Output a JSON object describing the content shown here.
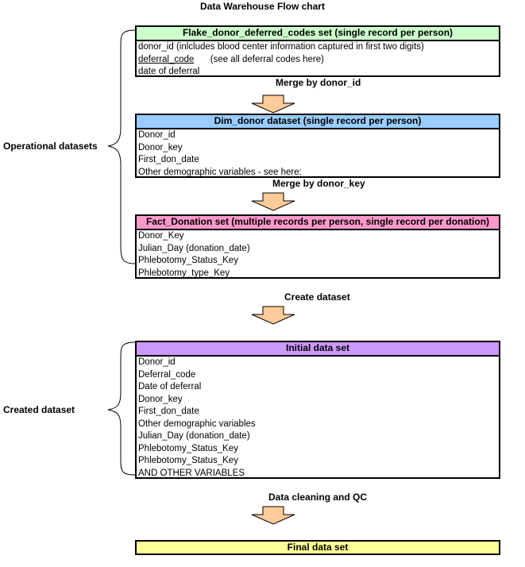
{
  "title": "Data Warehouse Flow chart",
  "colors": {
    "flake_header": "#ccffcc",
    "dim_header": "#99ccff",
    "fact_header": "#ff99cc",
    "initial_header": "#cc99ff",
    "final_fill": "#ffff99",
    "arrow_fill": "#ffcc99"
  },
  "side_labels": {
    "operational": "Operational datasets",
    "created": "Created dataset"
  },
  "boxes": {
    "flake": {
      "header": "Flake_donor_deferred_codes set (single record per person)",
      "rows": [
        "donor_id (inlcludes blood center information captured in first two digits)",
        "deferral_code",
        "(see all deferral codes here)",
        "date of deferral"
      ]
    },
    "dim": {
      "header": "Dim_donor dataset (single record per person)",
      "rows": [
        "Donor_id",
        "Donor_key",
        "First_don_date",
        "Other demographic variables - see here:"
      ]
    },
    "fact": {
      "header": "Fact_Donation set (multiple records per person, single record per donation)",
      "rows": [
        "Donor_Key",
        "Julian_Day (donation_date)",
        "Phlebotomy_Status_Key",
        "Phlebotomy_type_Key"
      ]
    },
    "initial": {
      "header": "Initial data set",
      "rows": [
        "Donor_id",
        "Deferral_code",
        "Date of deferral",
        "Donor_key",
        "First_don_date",
        "Other demographic variables",
        "Julian_Day (donation_date)",
        "Phlebotomy_Status_Key",
        "Phlebotomy_Status_Key",
        "AND OTHER VARIABLES"
      ]
    },
    "final": {
      "header": "Final data set"
    }
  },
  "steps": {
    "merge1": "Merge by donor_id",
    "merge2": "Merge by donor_key",
    "create": "Create dataset",
    "clean": "Data cleaning and QC"
  }
}
